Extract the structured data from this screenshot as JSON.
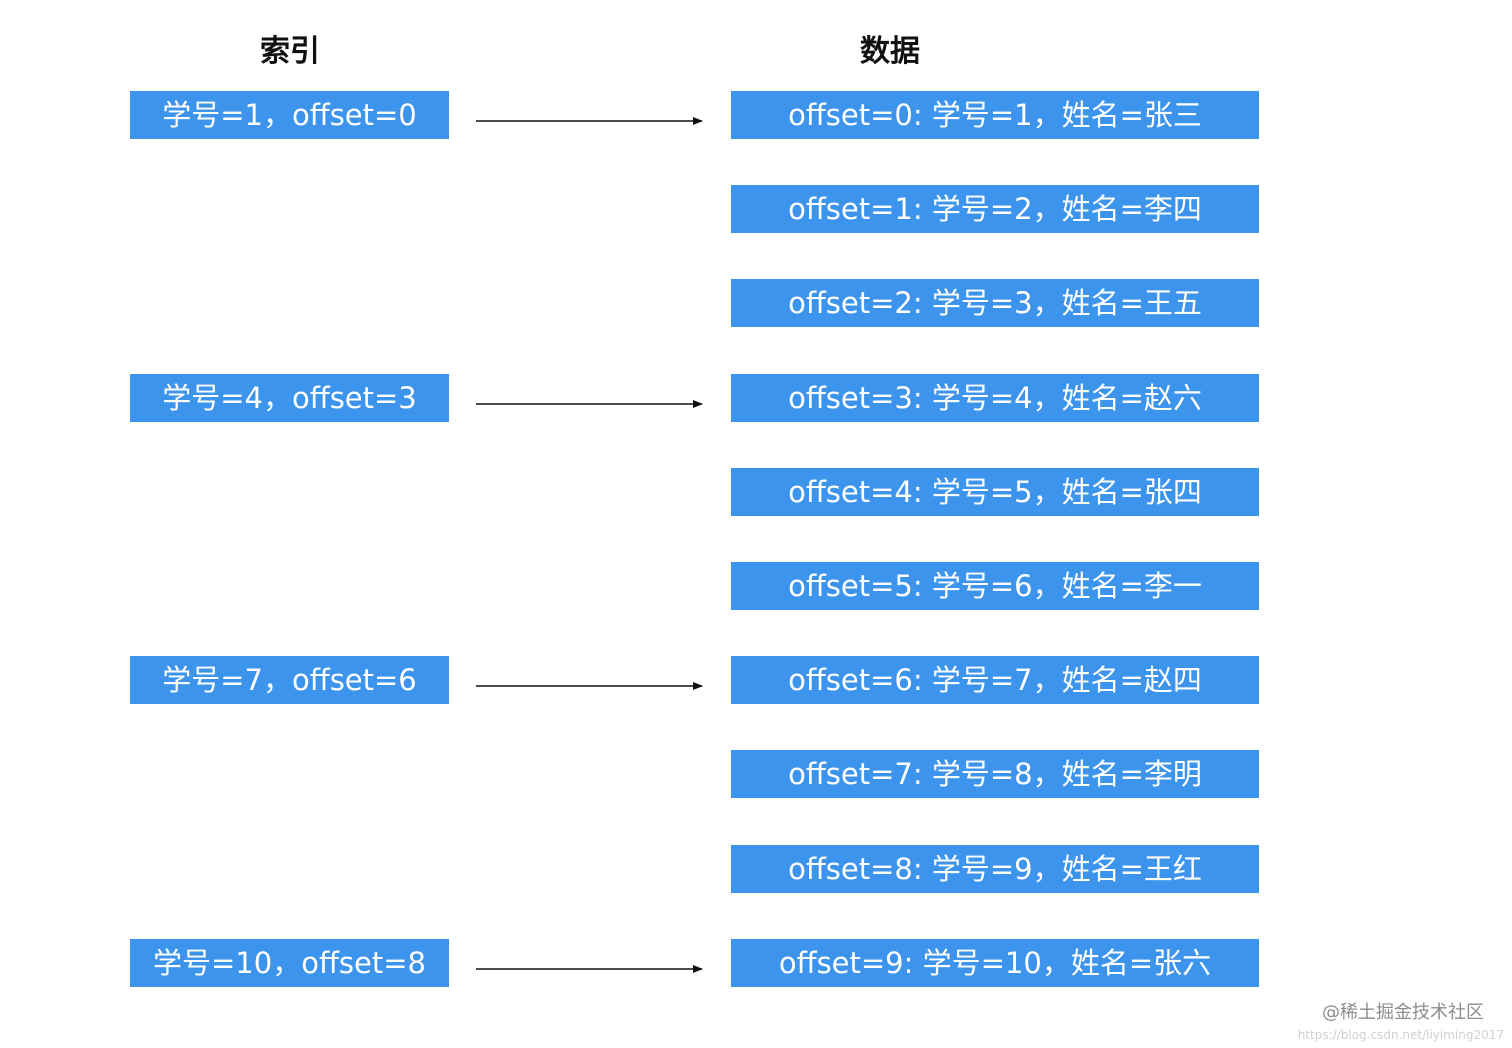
{
  "headings": {
    "index": "索引",
    "data": "数据"
  },
  "index_entries": [
    {
      "label": "学号=1，offset=0",
      "target": 0
    },
    {
      "label": "学号=4，offset=3",
      "target": 3
    },
    {
      "label": "学号=7，offset=6",
      "target": 6
    },
    {
      "label": "学号=10，offset=8",
      "target": 9
    }
  ],
  "data_entries": [
    "offset=0: 学号=1，姓名=张三",
    "offset=1: 学号=2，姓名=李四",
    "offset=2: 学号=3，姓名=王五",
    "offset=3: 学号=4，姓名=赵六",
    "offset=4: 学号=5，姓名=张四",
    "offset=5: 学号=6，姓名=李一",
    "offset=6: 学号=7，姓名=赵四",
    "offset=7: 学号=8，姓名=李明",
    "offset=8: 学号=9，姓名=王红",
    "offset=9: 学号=10，姓名=张六"
  ],
  "watermark": {
    "text": "@稀土掘金技术社区",
    "url": "https://blog.csdn.net/liyiming2017"
  },
  "colors": {
    "box_fill": "#3d94ec",
    "box_text": "#ffffff",
    "arrow": "#111111"
  }
}
